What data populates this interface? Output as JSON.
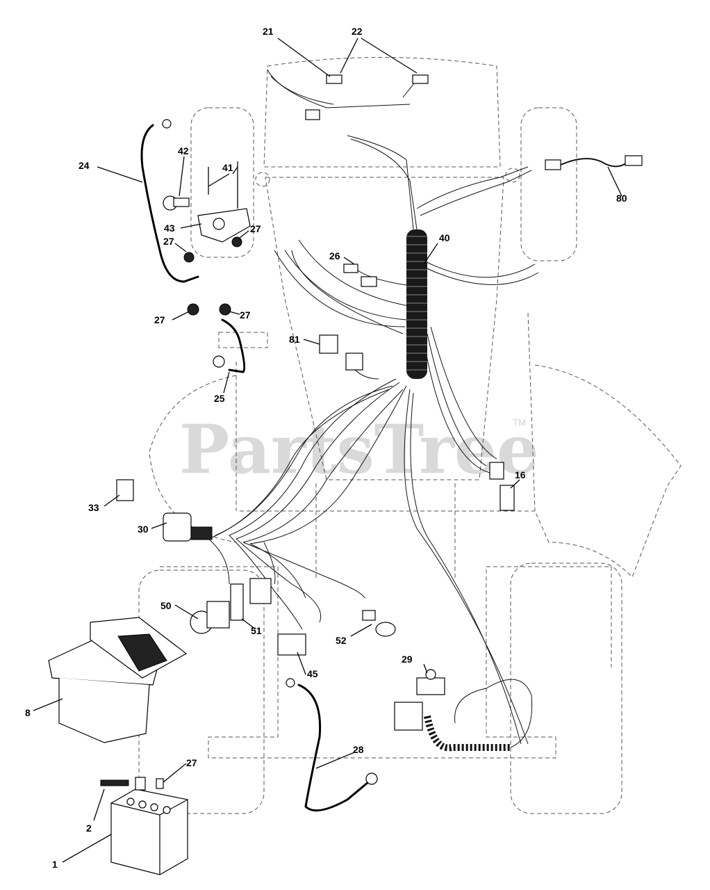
{
  "watermark": {
    "text": "PartsTree",
    "trademark": "TM"
  },
  "callouts": [
    {
      "id": "c21",
      "label": "21"
    },
    {
      "id": "c22",
      "label": "22"
    },
    {
      "id": "c24",
      "label": "24"
    },
    {
      "id": "c42",
      "label": "42"
    },
    {
      "id": "c41",
      "label": "41"
    },
    {
      "id": "c43",
      "label": "43"
    },
    {
      "id": "c27a",
      "label": "27"
    },
    {
      "id": "c27b",
      "label": "27"
    },
    {
      "id": "c27c",
      "label": "27"
    },
    {
      "id": "c27d",
      "label": "27"
    },
    {
      "id": "c27e",
      "label": "27"
    },
    {
      "id": "c80",
      "label": "80"
    },
    {
      "id": "c40",
      "label": "40"
    },
    {
      "id": "c26",
      "label": "26"
    },
    {
      "id": "c81",
      "label": "81"
    },
    {
      "id": "c25",
      "label": "25"
    },
    {
      "id": "c16",
      "label": "16"
    },
    {
      "id": "c33",
      "label": "33"
    },
    {
      "id": "c30",
      "label": "30"
    },
    {
      "id": "c50",
      "label": "50"
    },
    {
      "id": "c51",
      "label": "51"
    },
    {
      "id": "c52",
      "label": "52"
    },
    {
      "id": "c29",
      "label": "29"
    },
    {
      "id": "c45",
      "label": "45"
    },
    {
      "id": "c8",
      "label": "8"
    },
    {
      "id": "c28",
      "label": "28"
    },
    {
      "id": "c2",
      "label": "2"
    },
    {
      "id": "c1",
      "label": "1"
    }
  ]
}
